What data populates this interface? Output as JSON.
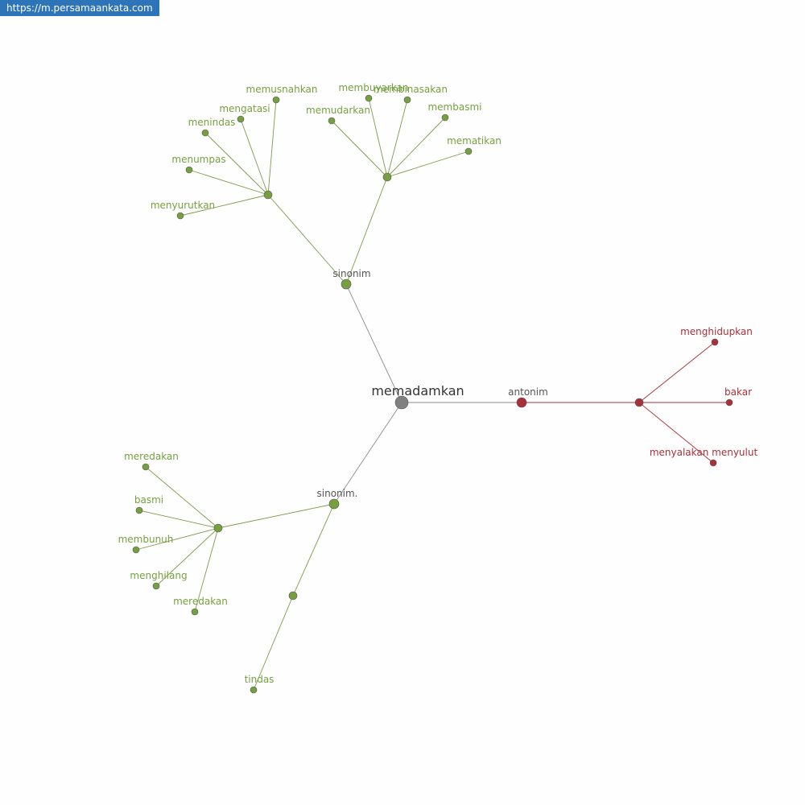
{
  "site": {
    "url": "https://m.persamaankata.com"
  },
  "colors": {
    "synonym": "#76a040",
    "synonym_edge": "#7f9a4a",
    "antonym": "#a8303a",
    "center": "#808080",
    "gray_edge": "#8c8c8c"
  },
  "graph": {
    "center": {
      "label": "memadamkan"
    },
    "relations": {
      "sinonim": {
        "label": "sinonim"
      },
      "sinonim2": {
        "label": "sinonim."
      },
      "antonim": {
        "label": "antonim"
      }
    },
    "words": {
      "w1": "memusnahkan",
      "w2": "mengatasi",
      "w3": "menindas",
      "w4": "menumpas",
      "w5": "menyurutkan",
      "w6": "membuyarkan",
      "w7": "membinasakan",
      "w8": "memudarkan",
      "w9": "membasmi",
      "w10": "mematikan",
      "w11": "meredakan",
      "w12": "basmi",
      "w13": "membunuh",
      "w14": "menghilang",
      "w15": "meredakan",
      "w16": "tindas",
      "w17": "menghidupkan",
      "w18": "bakar",
      "w19": "menyalakan menyulut"
    }
  }
}
